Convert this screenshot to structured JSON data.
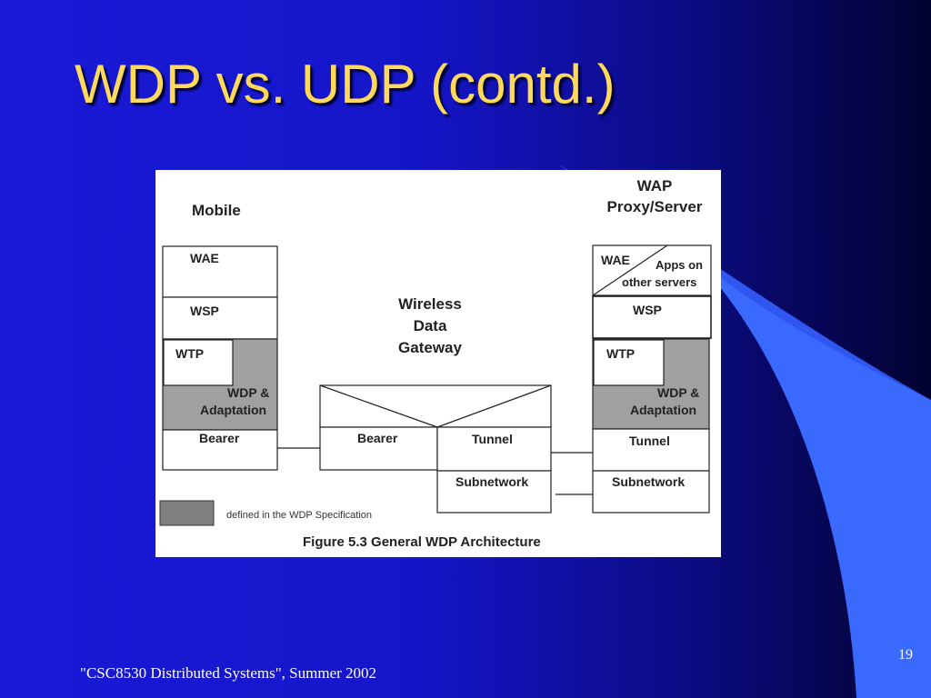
{
  "slide": {
    "title": "WDP vs. UDP (contd.)",
    "footer": "\"CSC8530 Distributed Systems\", Summer 2002",
    "page_number": "19"
  },
  "diagram": {
    "mobile": {
      "heading": "Mobile",
      "layers": [
        "WAE",
        "WSP",
        "WTP",
        "WDP &",
        "Adaptation",
        "Bearer"
      ]
    },
    "gateway": {
      "heading_lines": [
        "Wireless",
        "Data",
        "Gateway"
      ],
      "bearer": "Bearer",
      "tunnel": "Tunnel",
      "subnetwork": "Subnetwork"
    },
    "server": {
      "heading_lines": [
        "WAP",
        "Proxy/Server"
      ],
      "wae": "WAE",
      "apps_lines": [
        "Apps on",
        "other servers"
      ],
      "layers": [
        "WSP",
        "WTP",
        "WDP &",
        "Adaptation",
        "Tunnel",
        "Subnetwork"
      ]
    },
    "legend": "defined in the WDP Specification",
    "caption": "Figure 5.3 General WDP Architecture",
    "colors": {
      "defined_fill": "#a0a0a0",
      "legend_fill": "#808080"
    }
  }
}
